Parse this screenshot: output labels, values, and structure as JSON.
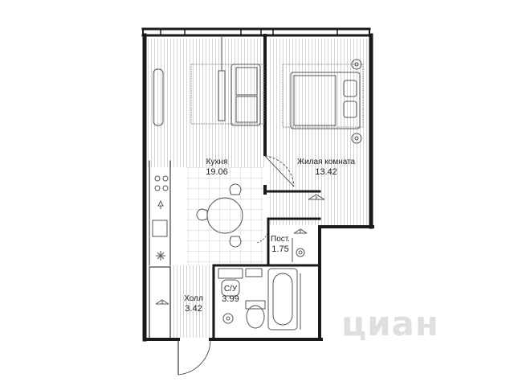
{
  "rooms": {
    "kitchen": {
      "name": "Кухня",
      "area": "19.06"
    },
    "living": {
      "name": "Жилая комната",
      "area": "13.42"
    },
    "closet": {
      "name": "Пост.",
      "area": "1.75"
    },
    "bath": {
      "name": "С/У",
      "area": "3.99"
    },
    "hall": {
      "name": "Холл",
      "area": "3.42"
    }
  },
  "watermark": {
    "text": "циан"
  },
  "colors": {
    "wall": "#1a1a1a",
    "stripe": "#d6d6d6",
    "tile": "#cfcfcf",
    "furniture": "#555555"
  }
}
